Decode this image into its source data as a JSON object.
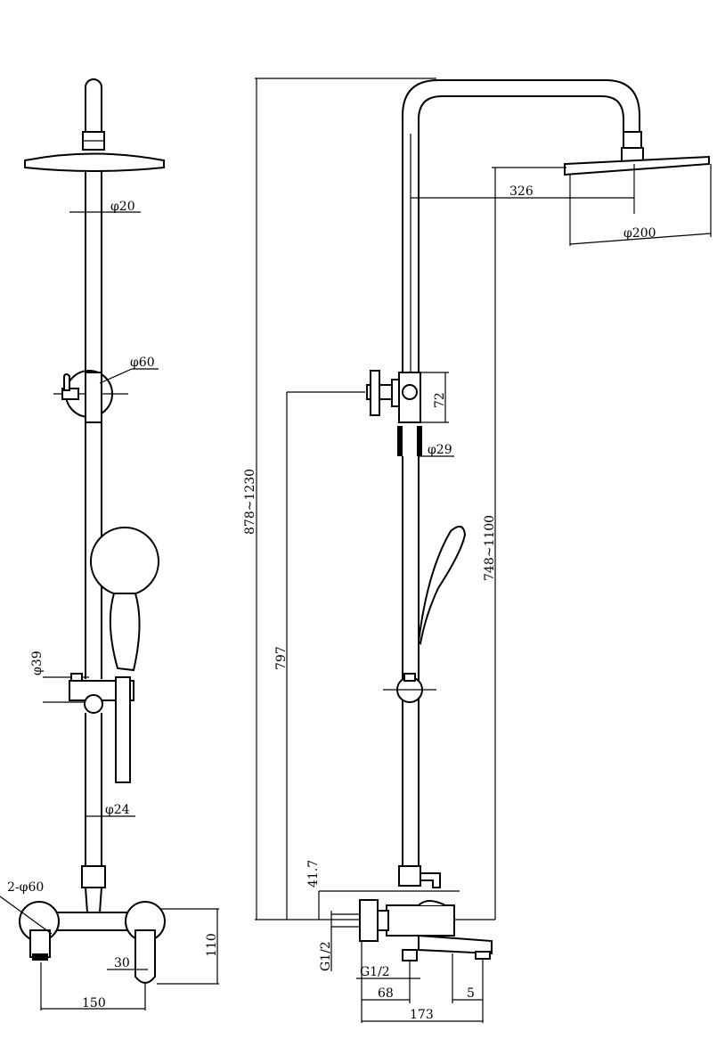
{
  "drawing": {
    "front_view": {
      "labels": {
        "top_pipe_diameter": "φ20",
        "diverter_diameter": "φ60",
        "holder_diameter": "φ39",
        "lower_pipe_diameter": "φ24",
        "mixer_flanges": "2-φ60",
        "mixer_height": "110",
        "outlet_offset": "30",
        "inlet_spacing": "150"
      }
    },
    "side_view": {
      "labels": {
        "overall_height": "878~1230",
        "diverter_height": "797",
        "shower_head_reach": "326",
        "shower_head_diameter": "φ200",
        "diverter_block": "72",
        "slider_diameter": "φ29",
        "head_height": "748~1100",
        "mixer_offset": "41.7",
        "thread_vertical": "G1/2",
        "thread_horizontal": "G1/2",
        "outlet_depth": "68",
        "spout_gap": "5",
        "total_depth": "173"
      }
    }
  }
}
